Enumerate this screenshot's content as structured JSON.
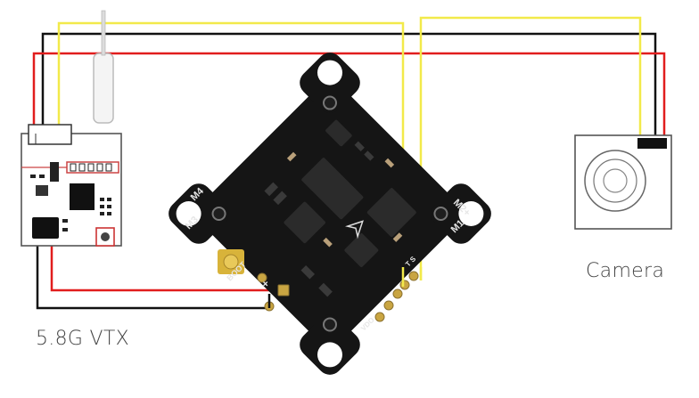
{
  "labels": {
    "vtx": "5.8G VTX",
    "camera": "Camera"
  },
  "board_text": {
    "m1": "M1",
    "m2": "M2+",
    "m3": "M3",
    "m4": "M4",
    "boot": "BOOT",
    "plus": "+",
    "vdo": "VDO",
    "ts": "T S"
  },
  "wire_colors": {
    "video": "#f2ea4a",
    "power": "#e11d1d",
    "ground": "#111111"
  }
}
